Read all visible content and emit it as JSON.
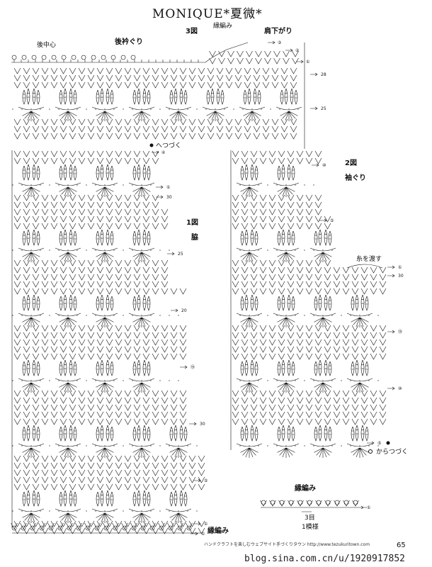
{
  "title": "MONIQUE*夏微*",
  "labels": {
    "fig3": "3図",
    "fig3_sub": "縁編み",
    "shoulder": "肩下がり",
    "back_center": "後中心",
    "back_neck": "後衿ぐり",
    "fig1": "1図",
    "fig1_sub": "脇",
    "fig2": "2図",
    "fig2_sub": "袖ぐり",
    "start_join": "へつづく",
    "start_from": "からつづく",
    "pass_yarn": "糸を渡す",
    "edge_main": "縁編み",
    "edge_bottom": "縁編み",
    "repeat": "3目",
    "repeat2": "1模様"
  },
  "row_numbers": {
    "fig3": [
      "③",
      "②",
      "①",
      "28",
      "25"
    ],
    "fig1": [
      "④",
      "①",
      "30",
      "25",
      "20",
      "⑮",
      "30",
      "⑤",
      "①",
      "①"
    ],
    "fig2": [
      "⑩",
      "⑤",
      "①",
      "30",
      "⑮",
      "⑩",
      "⑤"
    ],
    "edge": "①"
  },
  "footer": {
    "text": "ハンドクラフトを楽しむウェブサイト手づくりタウン http://www.tezukuritown.com",
    "page": "65",
    "watermark": "blog.sina.com.cn/u/1920917852"
  },
  "colors": {
    "ink": "#111111",
    "grid": "#444444"
  }
}
